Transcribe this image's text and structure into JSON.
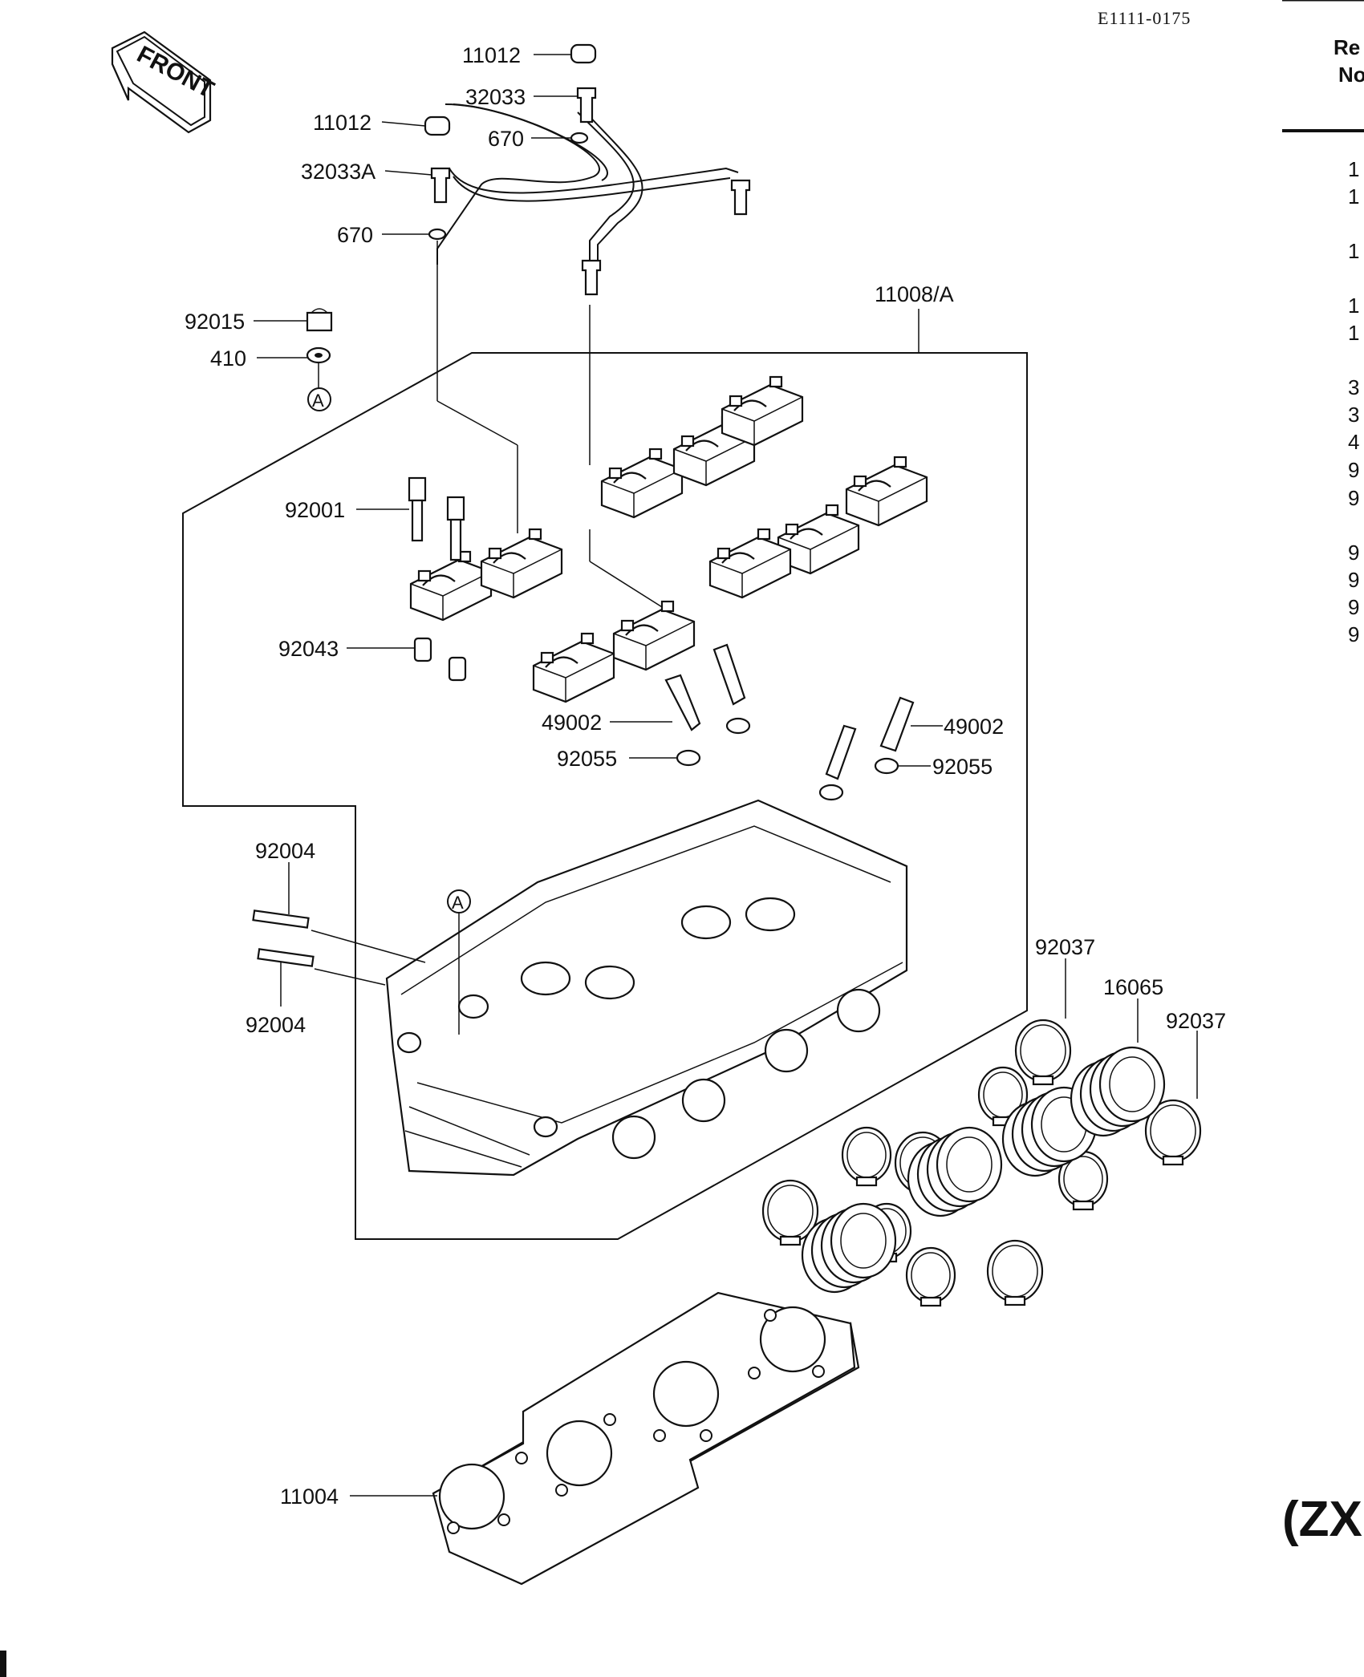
{
  "diagram_code": "E1111-0175",
  "front_arrow": "FRONT",
  "right_panel": {
    "header_line1": "Re",
    "header_line2": "No",
    "numbers": [
      "1",
      "1",
      "1",
      "1",
      "1",
      "3",
      "3",
      "4",
      "9",
      "9",
      "9",
      "9",
      "9",
      "9"
    ],
    "model": "(ZX"
  },
  "labels": {
    "p11012_top": "11012",
    "p32033": "32033",
    "p11012_left": "11012",
    "p670_top": "670",
    "p32033A": "32033A",
    "p670_left": "670",
    "p11008A": "11008/A",
    "p92015": "92015",
    "p410": "410",
    "refA_top": "A",
    "p92001": "92001",
    "p92043": "92043",
    "p49002_left": "49002",
    "p92055_left": "92055",
    "p49002_right": "49002",
    "p92055_right": "92055",
    "p92004_top": "92004",
    "refA_head": "A",
    "p92004_bottom": "92004",
    "p92037_left": "92037",
    "p16065": "16065",
    "p92037_right": "92037",
    "p11004": "11004"
  }
}
